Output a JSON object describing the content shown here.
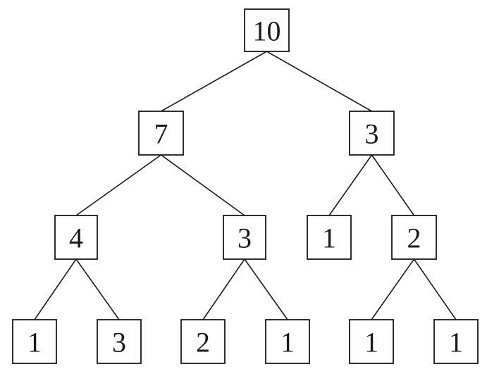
{
  "tree": {
    "nodes": [
      {
        "id": "n0",
        "label": "10"
      },
      {
        "id": "n1",
        "label": "7"
      },
      {
        "id": "n2",
        "label": "3"
      },
      {
        "id": "n3",
        "label": "4"
      },
      {
        "id": "n4",
        "label": "3"
      },
      {
        "id": "n5",
        "label": "1"
      },
      {
        "id": "n6",
        "label": "2"
      },
      {
        "id": "n7",
        "label": "1"
      },
      {
        "id": "n8",
        "label": "3"
      },
      {
        "id": "n9",
        "label": "2"
      },
      {
        "id": "n10",
        "label": "1"
      },
      {
        "id": "n11",
        "label": "1"
      },
      {
        "id": "n12",
        "label": "1"
      }
    ],
    "edges": [
      {
        "from": "n0",
        "to": "n1"
      },
      {
        "from": "n0",
        "to": "n2"
      },
      {
        "from": "n1",
        "to": "n3"
      },
      {
        "from": "n1",
        "to": "n4"
      },
      {
        "from": "n2",
        "to": "n5"
      },
      {
        "from": "n2",
        "to": "n6"
      },
      {
        "from": "n3",
        "to": "n7"
      },
      {
        "from": "n3",
        "to": "n8"
      },
      {
        "from": "n4",
        "to": "n9"
      },
      {
        "from": "n4",
        "to": "n10"
      },
      {
        "from": "n6",
        "to": "n11"
      },
      {
        "from": "n6",
        "to": "n12"
      }
    ]
  }
}
